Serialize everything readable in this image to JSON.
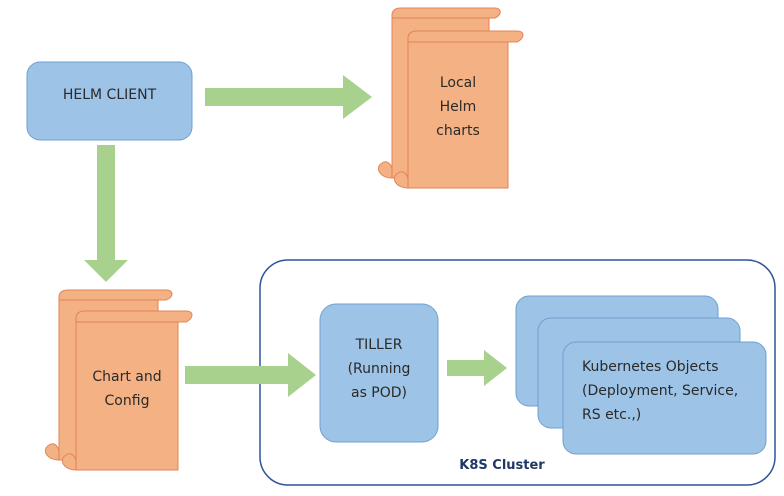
{
  "nodes": {
    "helm_client": {
      "label": "HELM CLIENT"
    },
    "local_charts": {
      "lines": [
        "Local",
        "Helm",
        "charts"
      ]
    },
    "chart_config": {
      "lines": [
        "Chart and",
        "Config"
      ]
    },
    "tiller": {
      "lines": [
        "TILLER",
        "(Running",
        "as POD)"
      ]
    },
    "k8s_objects": {
      "lines": [
        "Kubernetes  Objects",
        "(Deployment,  Service,",
        "RS etc.,)"
      ]
    }
  },
  "cluster": {
    "label": "K8S Cluster"
  },
  "colors": {
    "blue_fill": "#9dc3e6",
    "blue_stroke": "#6f9fd0",
    "orange_fill": "#f4b183",
    "orange_stroke": "#e2845a",
    "arrow_green": "#a9d18e",
    "cluster_border": "#2f5597"
  }
}
